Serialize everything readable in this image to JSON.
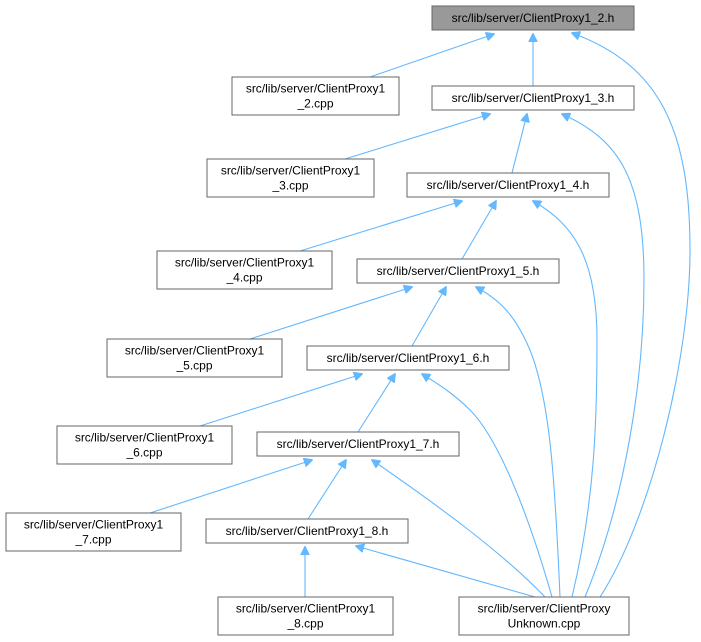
{
  "diagram": {
    "type": "include-dependency-graph",
    "colors": {
      "root_fill": "#999999",
      "node_fill": "#ffffff",
      "node_border": "#666666",
      "edge": "#63b8ff"
    },
    "nodes": [
      {
        "id": "h2",
        "lines": [
          "src/lib/server/ClientProxy1_2.h"
        ],
        "root": true
      },
      {
        "id": "cpp2",
        "lines": [
          "src/lib/server/ClientProxy1",
          "_2.cpp"
        ]
      },
      {
        "id": "h3",
        "lines": [
          "src/lib/server/ClientProxy1_3.h"
        ]
      },
      {
        "id": "cpp3",
        "lines": [
          "src/lib/server/ClientProxy1",
          "_3.cpp"
        ]
      },
      {
        "id": "h4",
        "lines": [
          "src/lib/server/ClientProxy1_4.h"
        ]
      },
      {
        "id": "cpp4",
        "lines": [
          "src/lib/server/ClientProxy1",
          "_4.cpp"
        ]
      },
      {
        "id": "h5",
        "lines": [
          "src/lib/server/ClientProxy1_5.h"
        ]
      },
      {
        "id": "cpp5",
        "lines": [
          "src/lib/server/ClientProxy1",
          "_5.cpp"
        ]
      },
      {
        "id": "h6",
        "lines": [
          "src/lib/server/ClientProxy1_6.h"
        ]
      },
      {
        "id": "cpp6",
        "lines": [
          "src/lib/server/ClientProxy1",
          "_6.cpp"
        ]
      },
      {
        "id": "h7",
        "lines": [
          "src/lib/server/ClientProxy1_7.h"
        ]
      },
      {
        "id": "cpp7",
        "lines": [
          "src/lib/server/ClientProxy1",
          "_7.cpp"
        ]
      },
      {
        "id": "h8",
        "lines": [
          "src/lib/server/ClientProxy1_8.h"
        ]
      },
      {
        "id": "cpp8",
        "lines": [
          "src/lib/server/ClientProxy1",
          "_8.cpp"
        ]
      },
      {
        "id": "unk",
        "lines": [
          "src/lib/server/ClientProxy",
          "Unknown.cpp"
        ]
      }
    ],
    "edges": [
      {
        "from": "cpp2",
        "to": "h2"
      },
      {
        "from": "h3",
        "to": "h2"
      },
      {
        "from": "unk",
        "to": "h2"
      },
      {
        "from": "cpp3",
        "to": "h3"
      },
      {
        "from": "h4",
        "to": "h3"
      },
      {
        "from": "unk",
        "to": "h3"
      },
      {
        "from": "cpp4",
        "to": "h4"
      },
      {
        "from": "h5",
        "to": "h4"
      },
      {
        "from": "unk",
        "to": "h4"
      },
      {
        "from": "cpp5",
        "to": "h5"
      },
      {
        "from": "h6",
        "to": "h5"
      },
      {
        "from": "unk",
        "to": "h5"
      },
      {
        "from": "cpp6",
        "to": "h6"
      },
      {
        "from": "h7",
        "to": "h6"
      },
      {
        "from": "unk",
        "to": "h6"
      },
      {
        "from": "cpp7",
        "to": "h7"
      },
      {
        "from": "h8",
        "to": "h7"
      },
      {
        "from": "unk",
        "to": "h7"
      },
      {
        "from": "cpp8",
        "to": "h8"
      },
      {
        "from": "unk",
        "to": "h8"
      }
    ]
  }
}
